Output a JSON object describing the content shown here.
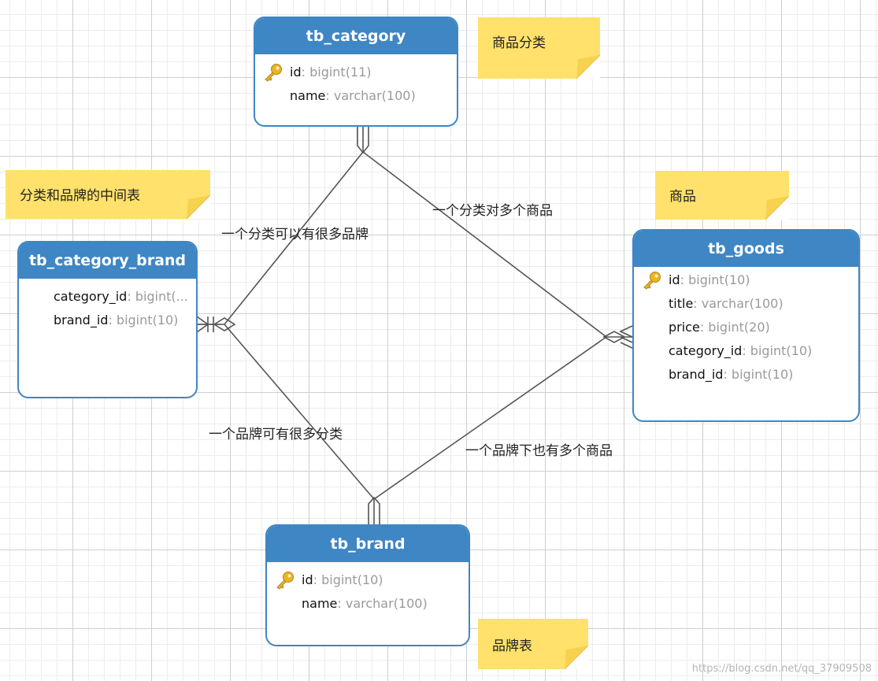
{
  "entities": {
    "tb_category": {
      "title": "tb_category",
      "fields": [
        {
          "name": "id",
          "type": ": bigint(11)",
          "key": true
        },
        {
          "name": "name",
          "type": ": varchar(100)",
          "key": false
        }
      ]
    },
    "tb_category_brand": {
      "title": "tb_category_brand",
      "fields": [
        {
          "name": "category_id",
          "type": ": bigint(...",
          "key": false
        },
        {
          "name": "brand_id",
          "type": ": bigint(10)",
          "key": false
        }
      ]
    },
    "tb_goods": {
      "title": "tb_goods",
      "fields": [
        {
          "name": "id",
          "type": ": bigint(10)",
          "key": true
        },
        {
          "name": "title",
          "type": ": varchar(100)",
          "key": false
        },
        {
          "name": "price",
          "type": ": bigint(20)",
          "key": false
        },
        {
          "name": "category_id",
          "type": ": bigint(10)",
          "key": false
        },
        {
          "name": "brand_id",
          "type": ": bigint(10)",
          "key": false
        }
      ]
    },
    "tb_brand": {
      "title": "tb_brand",
      "fields": [
        {
          "name": "id",
          "type": ": bigint(10)",
          "key": true
        },
        {
          "name": "name",
          "type": ": varchar(100)",
          "key": false
        }
      ]
    }
  },
  "notes": {
    "category": "商品分类",
    "category_brand": "分类和品牌的中间表",
    "goods": "商品",
    "brand": "品牌表"
  },
  "relations": {
    "category_brand_rel": "一个分类可以有很多品牌",
    "category_goods_rel": "一个分类对多个商品",
    "brand_category_rel": "一个品牌可有很多分类",
    "brand_goods_rel": "一个品牌下也有多个商品"
  },
  "watermark": "https://blog.csdn.net/qq_37909508",
  "colors": {
    "entity_header": "#3f86c4",
    "note": "#ffe16b",
    "line": "#555555",
    "key_icon": "#e9b526"
  }
}
